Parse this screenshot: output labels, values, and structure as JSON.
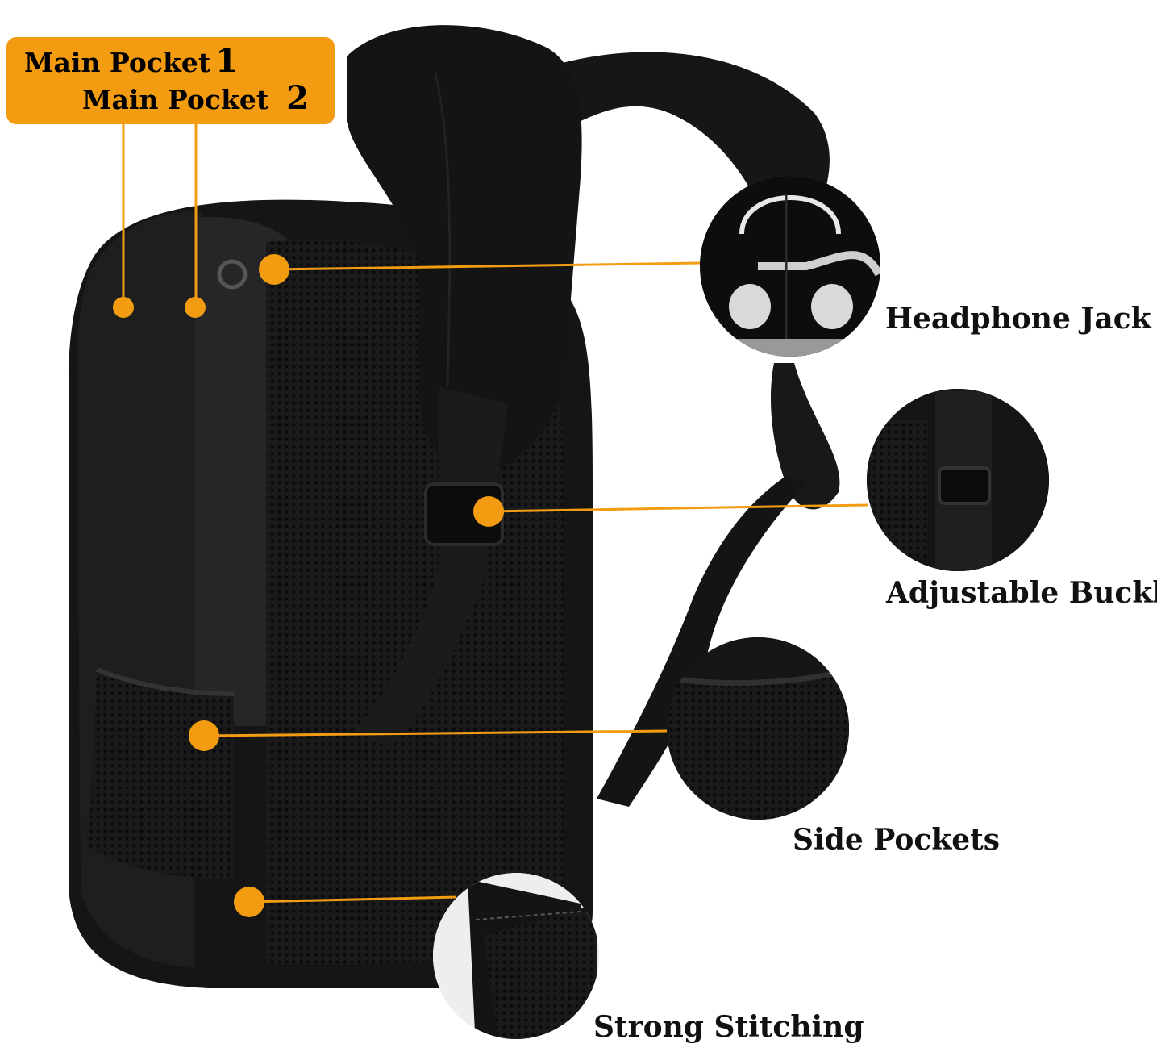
{
  "callouts": {
    "main_pocket_1": {
      "label": "Main Pocket",
      "number": "1"
    },
    "main_pocket_2": {
      "label": "Main Pocket",
      "number": "2"
    },
    "headphone_jack": "Headphone Jack",
    "adjustable_buckle": "Adjustable Buckle",
    "side_pockets": "Side Pockets",
    "strong_stitching": "Strong Stitching"
  },
  "colors": {
    "accent": "#F39C12",
    "backpack": "#151515",
    "background": "#FFFFFF"
  }
}
